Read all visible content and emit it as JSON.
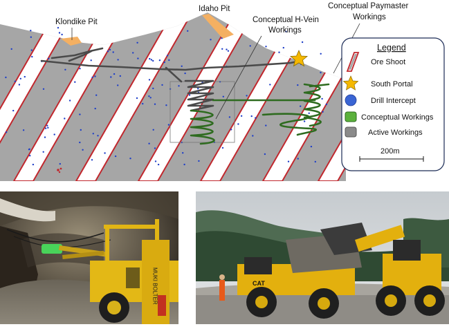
{
  "diagram": {
    "labels": {
      "klondike": "Klondike Pit",
      "idaho": "Idaho Pit",
      "hvein_line1": "Conceptual H-Vein",
      "hvein_line2": "Workings",
      "paymaster_line1": "Conceptual Paymaster",
      "paymaster_line2": "Workings"
    },
    "legend": {
      "title": "Legend",
      "items": [
        {
          "label": "Ore Shoot",
          "icon": "ore-shoot-swatch"
        },
        {
          "label": "South Portal",
          "icon": "star-icon"
        },
        {
          "label": "Drill Intercept",
          "icon": "drill-intercept-icon"
        },
        {
          "label": "Conceptual Workings",
          "icon": "conceptual-workings-swatch"
        },
        {
          "label": "Active Workings",
          "icon": "active-workings-swatch"
        }
      ],
      "scale_label": "200m"
    },
    "colors": {
      "rock": "#a6a6a6",
      "ore_shoot": "#ffffff",
      "ore_shoot_edge": "#c1272d",
      "pit": "#f4b062",
      "portal_star": "#f5b800",
      "drill_dot": "#1f3fc8",
      "conceptual": "#2e6b1f",
      "active": "#4a4a4a"
    }
  },
  "photos": {
    "left": {
      "machine_text": "MUKI BOLTER"
    },
    "right": {
      "machine_text": "CAT"
    }
  }
}
